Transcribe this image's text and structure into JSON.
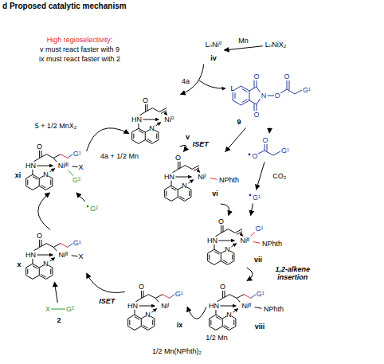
{
  "diagram": {
    "title": "d Proposed catalytic mechanism",
    "nodes": [
      {
        "text": [
          "LₙNiX₂"
        ]
      },
      {
        "text": [
          "LₙNi⁰",
          "iv"
        ]
      },
      {
        "text": [
          "O",
          "HN",
          "N",
          "Ni⁰",
          "v"
        ]
      },
      {
        "text": [
          "O",
          "O",
          "N",
          "O",
          "O",
          "G¹",
          "9"
        ]
      },
      {
        "text": [
          "O",
          "HN",
          "N",
          "Niᴵ",
          "NPhth",
          "vi"
        ]
      },
      {
        "text": [
          "O",
          "O",
          "G¹"
        ]
      },
      {
        "text": [
          "G¹"
        ]
      },
      {
        "text": [
          "O",
          "HN",
          "N",
          "Niᴵᴵ",
          "NPhth",
          "G¹",
          "vii"
        ]
      },
      {
        "text": [
          "O",
          "HN",
          "N",
          "Niᴵᴵ",
          "G¹",
          "NPhth",
          "viii"
        ]
      },
      {
        "text": [
          "O",
          "HN",
          "N",
          "Niᴵ",
          "G¹",
          "ix"
        ]
      },
      {
        "text": [
          "X",
          "G²",
          "2"
        ]
      },
      {
        "text": [
          "O",
          "HN",
          "N",
          "Niᴵᴵ",
          "G¹",
          "X",
          "x"
        ]
      },
      {
        "text": [
          "G²"
        ]
      },
      {
        "text": [
          "O",
          "HN",
          "N",
          "Niᴵᴵᴵ",
          "G¹",
          "X",
          "G²",
          "xi"
        ]
      }
    ],
    "edges": [
      {
        "from": 0,
        "to": 1,
        "arrow": "to",
        "label": "Mn"
      },
      {
        "from": 1,
        "to": 2,
        "arrow": "to",
        "label": "4a"
      },
      {
        "from": 2,
        "to": 4,
        "arrow": "to",
        "label": "ISET"
      },
      {
        "from": 3,
        "to": 4,
        "arrow": "to"
      },
      {
        "from": 3,
        "to": 5,
        "arrow": "to"
      },
      {
        "from": 5,
        "to": 6,
        "arrow": "to",
        "label": "CO₂"
      },
      {
        "from": 6,
        "to": 7,
        "arrow": "to"
      },
      {
        "from": 4,
        "to": 7,
        "arrow": "to"
      },
      {
        "from": 7,
        "to": 8,
        "arrow": "to",
        "label": "1,2-alkene insertion"
      },
      {
        "from": 8,
        "to": 9,
        "arrow": "to"
      },
      {
        "from": 9,
        "to": 11,
        "arrow": "to",
        "label": "ISET"
      },
      {
        "from": 10,
        "to": 11,
        "arrow": "to"
      },
      {
        "from": 11,
        "to": 13,
        "arrow": "to"
      },
      {
        "from": 12,
        "to": 13,
        "arrow": "to"
      },
      {
        "from": 13,
        "to": 2,
        "arrow": "to"
      }
    ],
    "labels": [
      "High regioselectivity:",
      "v must react faster with 9",
      "ix must react faster with 2",
      "L",
      "1/2 Mn",
      "1/2 Mn(NPhth)₂",
      "5 + 1/2 MnX₂",
      "4a + 1/2 Mn"
    ]
  }
}
